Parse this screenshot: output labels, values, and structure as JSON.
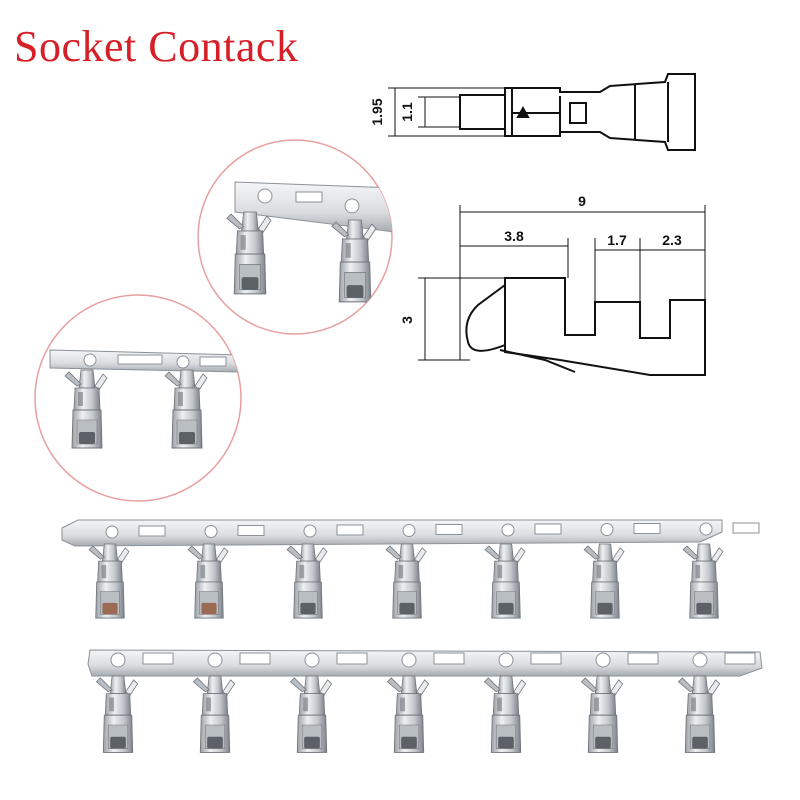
{
  "title": "Socket Contack",
  "colors": {
    "title": "#d61f26",
    "zoom_circle": "#e8a0a0",
    "metal_light": "#e9ebed",
    "metal_mid": "#b9bec3",
    "metal_dark": "#6f757b",
    "copper": "#9a6a55"
  },
  "side_drawing": {
    "dims": [
      {
        "id": "height_total",
        "label": "1.95"
      },
      {
        "id": "height_pin",
        "label": "1.1"
      }
    ]
  },
  "profile_drawing": {
    "dims": [
      {
        "id": "total_length",
        "label": "9"
      },
      {
        "id": "front_section",
        "label": "3.8"
      },
      {
        "id": "gap",
        "label": "1.7"
      },
      {
        "id": "rear_section",
        "label": "2.3"
      },
      {
        "id": "height",
        "label": "3"
      }
    ]
  },
  "zoom_views": [
    {
      "id": "zoom-top",
      "terminal_count": 2
    },
    {
      "id": "zoom-left",
      "terminal_count": 2
    }
  ],
  "strips": [
    {
      "id": "strip-top",
      "terminal_count": 7
    },
    {
      "id": "strip-bottom",
      "terminal_count": 7
    }
  ]
}
